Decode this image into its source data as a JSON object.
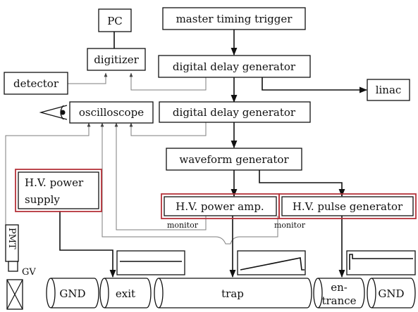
{
  "blocks": {
    "pc": "PC",
    "digitizer": "digitizer",
    "detector": "detector",
    "master_trigger": "master timing trigger",
    "delay_gen_1": "digital delay generator",
    "delay_gen_2": "digital delay generator",
    "linac": "linac",
    "oscilloscope": "oscilloscope",
    "waveform_gen": "waveform generator",
    "hv_supply_line1": "H.V. power",
    "hv_supply_line2": "supply",
    "hv_amp": "H.V. power amp.",
    "hv_pulse": "H.V. pulse generator",
    "monitor_1": "monitor",
    "monitor_2": "monitor",
    "pmt": "PMT",
    "gv": "GV"
  },
  "electrodes": {
    "gnd_left": "GND",
    "exit": "exit",
    "trap": "trap",
    "entrance_line1": "en-",
    "entrance_line2": "trance",
    "gnd_right": "GND"
  }
}
